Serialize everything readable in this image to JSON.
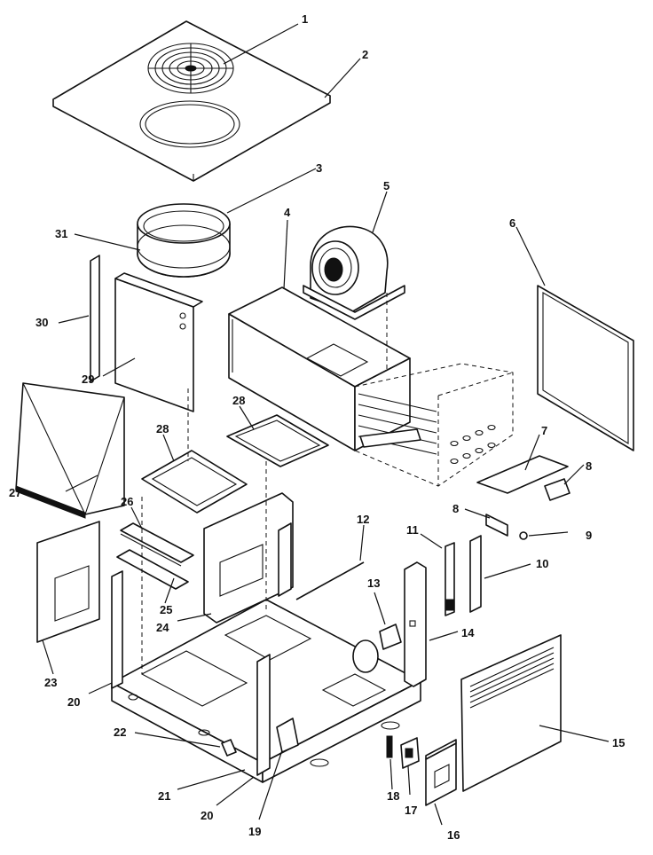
{
  "callouts": {
    "c1": "1",
    "c2": "2",
    "c3": "3",
    "c4": "4",
    "c5": "5",
    "c6": "6",
    "c7": "7",
    "c8a": "8",
    "c8b": "8",
    "c9": "9",
    "c10": "10",
    "c11": "11",
    "c12": "12",
    "c13": "13",
    "c14": "14",
    "c15": "15",
    "c16": "16",
    "c17": "17",
    "c18": "18",
    "c19": "19",
    "c20a": "20",
    "c20b": "20",
    "c21": "21",
    "c22": "22",
    "c23": "23",
    "c24": "24",
    "c25": "25",
    "c26": "26",
    "c27": "27",
    "c28a": "28",
    "c28b": "28",
    "c29": "29",
    "c30": "30",
    "c31": "31"
  }
}
